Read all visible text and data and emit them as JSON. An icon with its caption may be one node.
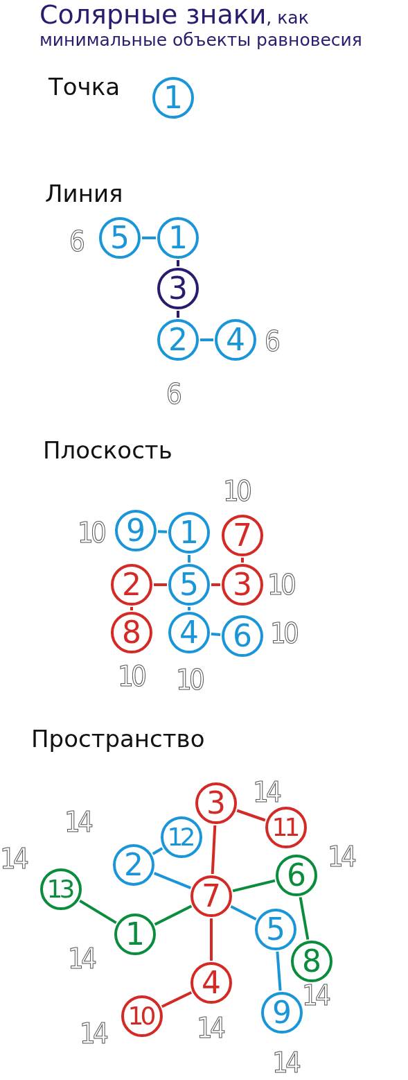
{
  "diagram": {
    "title": "Солярные знаки",
    "nodes": [
      {
        "text": [
          "1"
        ]
      },
      {
        "text": [
          "5"
        ]
      },
      {
        "text": [
          "1"
        ]
      },
      {
        "text": [
          "3"
        ]
      },
      {
        "text": [
          "2"
        ]
      },
      {
        "text": [
          "4"
        ]
      },
      {
        "text": [
          "9"
        ]
      },
      {
        "text": [
          "1"
        ]
      },
      {
        "text": [
          "7"
        ]
      },
      {
        "text": [
          "2"
        ]
      },
      {
        "text": [
          "5"
        ]
      },
      {
        "text": [
          "3"
        ]
      },
      {
        "text": [
          "8"
        ]
      },
      {
        "text": [
          "4"
        ]
      },
      {
        "text": [
          "6"
        ]
      },
      {
        "text": [
          "3"
        ]
      },
      {
        "text": [
          "12"
        ]
      },
      {
        "text": [
          "11"
        ]
      },
      {
        "text": [
          "2"
        ]
      },
      {
        "text": [
          "6"
        ]
      },
      {
        "text": [
          "13"
        ]
      },
      {
        "text": [
          "7"
        ]
      },
      {
        "text": [
          "1"
        ]
      },
      {
        "text": [
          "5"
        ]
      },
      {
        "text": [
          "8"
        ]
      },
      {
        "text": [
          "4"
        ]
      },
      {
        "text": [
          "10"
        ]
      },
      {
        "text": [
          "9"
        ]
      }
    ],
    "edges": [
      {
        "from": 1,
        "to": 2,
        "arrow": "none"
      },
      {
        "from": 2,
        "to": 3,
        "arrow": "none",
        "color": "#2b1b6e"
      },
      {
        "from": 3,
        "to": 4,
        "arrow": "none",
        "color": "#2b1b6e"
      },
      {
        "from": 4,
        "to": 5,
        "arrow": "none"
      },
      {
        "from": 6,
        "to": 7,
        "arrow": "none"
      },
      {
        "from": 7,
        "to": 10,
        "arrow": "none"
      },
      {
        "from": 10,
        "to": 13,
        "arrow": "none"
      },
      {
        "from": 13,
        "to": 14,
        "arrow": "none"
      },
      {
        "from": 9,
        "to": 10,
        "arrow": "none",
        "color": "#d42a25"
      },
      {
        "from": 10,
        "to": 11,
        "arrow": "none",
        "color": "#d42a25"
      },
      {
        "from": 8,
        "to": 11,
        "arrow": "none",
        "color": "#d42a25"
      },
      {
        "from": 9,
        "to": 12,
        "arrow": "none",
        "color": "#d42a25"
      },
      {
        "from": 15,
        "to": 17,
        "arrow": "none",
        "color": "#d42a25"
      },
      {
        "from": 15,
        "to": 21,
        "arrow": "none",
        "color": "#d42a25"
      },
      {
        "from": 16,
        "to": 18,
        "arrow": "none"
      },
      {
        "from": 18,
        "to": 21,
        "arrow": "none"
      },
      {
        "from": 21,
        "to": 19,
        "arrow": "none",
        "color": "#0a8c3c"
      },
      {
        "from": 21,
        "to": 22,
        "arrow": "none",
        "color": "#0a8c3c"
      },
      {
        "from": 20,
        "to": 22,
        "arrow": "none",
        "color": "#0a8c3c"
      },
      {
        "from": 21,
        "to": 23,
        "arrow": "none"
      },
      {
        "from": 19,
        "to": 24,
        "arrow": "none",
        "color": "#0a8c3c"
      },
      {
        "from": 23,
        "to": 27,
        "arrow": "none"
      },
      {
        "from": 21,
        "to": 25,
        "arrow": "none",
        "color": "#d42a25"
      },
      {
        "from": 25,
        "to": 26,
        "arrow": "none",
        "color": "#d42a25"
      }
    ],
    "labels": [
      ", как минимальные объекты равновесия",
      "Точка",
      "Линия",
      "6",
      "6",
      "6",
      "Плоскость",
      "10",
      "10",
      "10",
      "10",
      "10",
      "10",
      "Пространство",
      "14",
      "14",
      "14",
      "14",
      "14",
      "14",
      "14",
      "14",
      "14"
    ]
  }
}
